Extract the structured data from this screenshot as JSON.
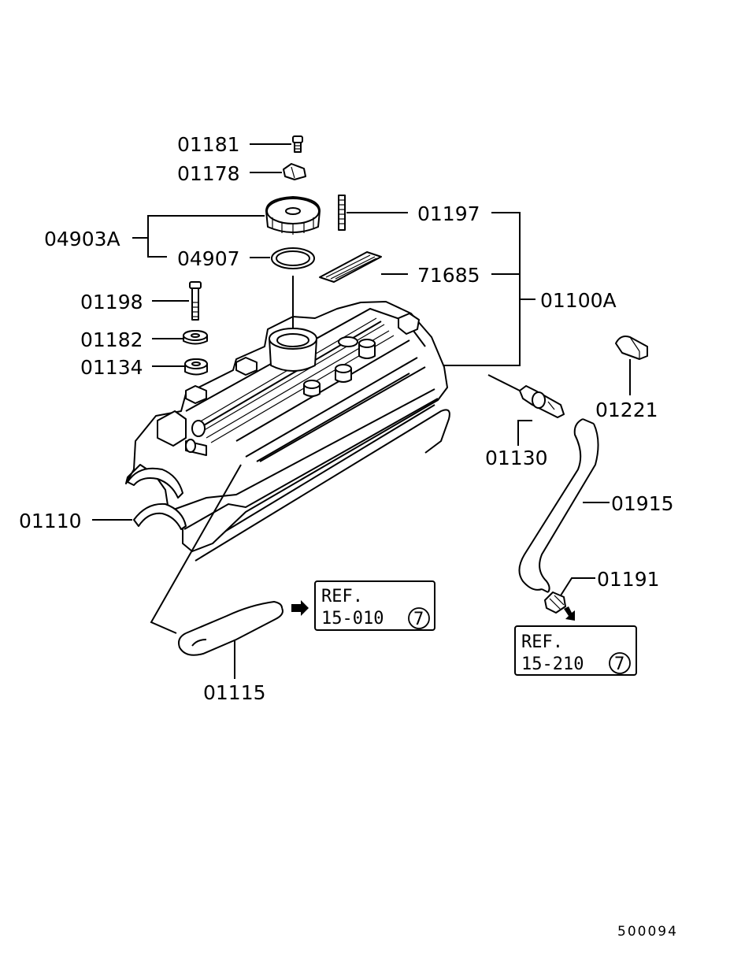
{
  "labels": {
    "p01181": "01181",
    "p01178": "01178",
    "p04903A": "04903A",
    "p04907": "04907",
    "p01197": "01197",
    "p71685": "71685",
    "p01100A": "01100A",
    "p01198": "01198",
    "p01182": "01182",
    "p01134": "01134",
    "p01221": "01221",
    "p01130": "01130",
    "p01915": "01915",
    "p01110": "01110",
    "p01191": "01191",
    "p01115": "01115"
  },
  "ref1": {
    "line1": "REF.",
    "line2": "15-010",
    "circle": "7"
  },
  "ref2": {
    "line1": "REF.",
    "line2": "15-210",
    "circle": "7"
  },
  "figure_number": "500094"
}
